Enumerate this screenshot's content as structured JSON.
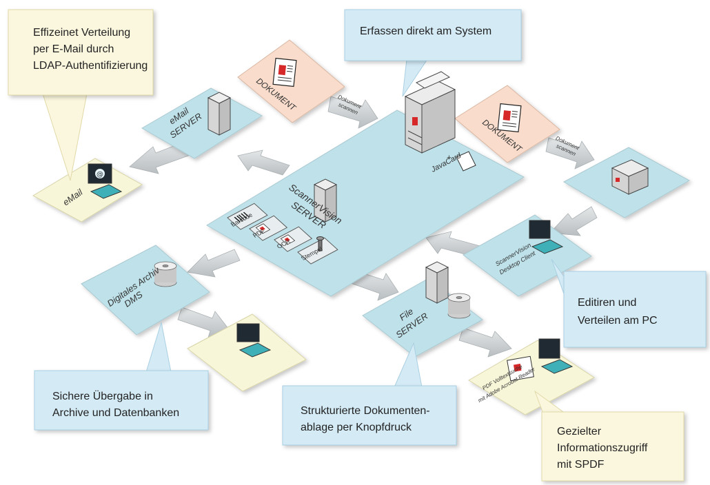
{
  "callouts": {
    "email_dist": [
      "Effizeinet Verteilung",
      "per E-Mail durch",
      "LDAP-Authentifizierung"
    ],
    "capture": [
      "Erfassen direkt am System"
    ],
    "edit": [
      "Editiren und",
      "Verteilen am PC"
    ],
    "archive": [
      "Sichere Übergabe in",
      "Archive und Datenbanken"
    ],
    "filing": [
      "Strukturierte Dokumenten-",
      "ablage per Knopfdruck"
    ],
    "access": [
      "Gezielter",
      "Informationszugriff",
      "mit SPDF"
    ]
  },
  "platforms": {
    "scannervision": [
      "ScannerVision",
      "SERVER"
    ],
    "email_server": [
      "eMail",
      "SERVER"
    ],
    "email": "eMail",
    "archive": [
      "Digitales Archiv",
      "DMS"
    ],
    "file_server": [
      "File",
      "SERVER"
    ],
    "desktop_client": [
      "ScannerVision",
      "Desktop Client"
    ],
    "pdf_search": [
      "PDF Volltextsuche",
      "mit Adobe Acrobat Reader"
    ]
  },
  "documents": {
    "doc1": "DOKUMENT",
    "doc2": "DOKUMENT",
    "scan1": [
      "Dokument",
      "scannen"
    ],
    "scan2": [
      "Dokument",
      "scannen"
    ]
  },
  "javacard": [
    "+",
    "JavaCard"
  ],
  "modules": [
    "Barcode",
    "PDF",
    "OCR",
    "Stempel"
  ],
  "colors": {
    "blue_platform": "#bfe2ea",
    "yellow_platform": "#f8f6d8",
    "peach_doc": "#f9dccb",
    "blue_callout": "#d4ebf6",
    "yellow_callout": "#fbf7de",
    "arrow_gray": "#cfd3d5"
  }
}
